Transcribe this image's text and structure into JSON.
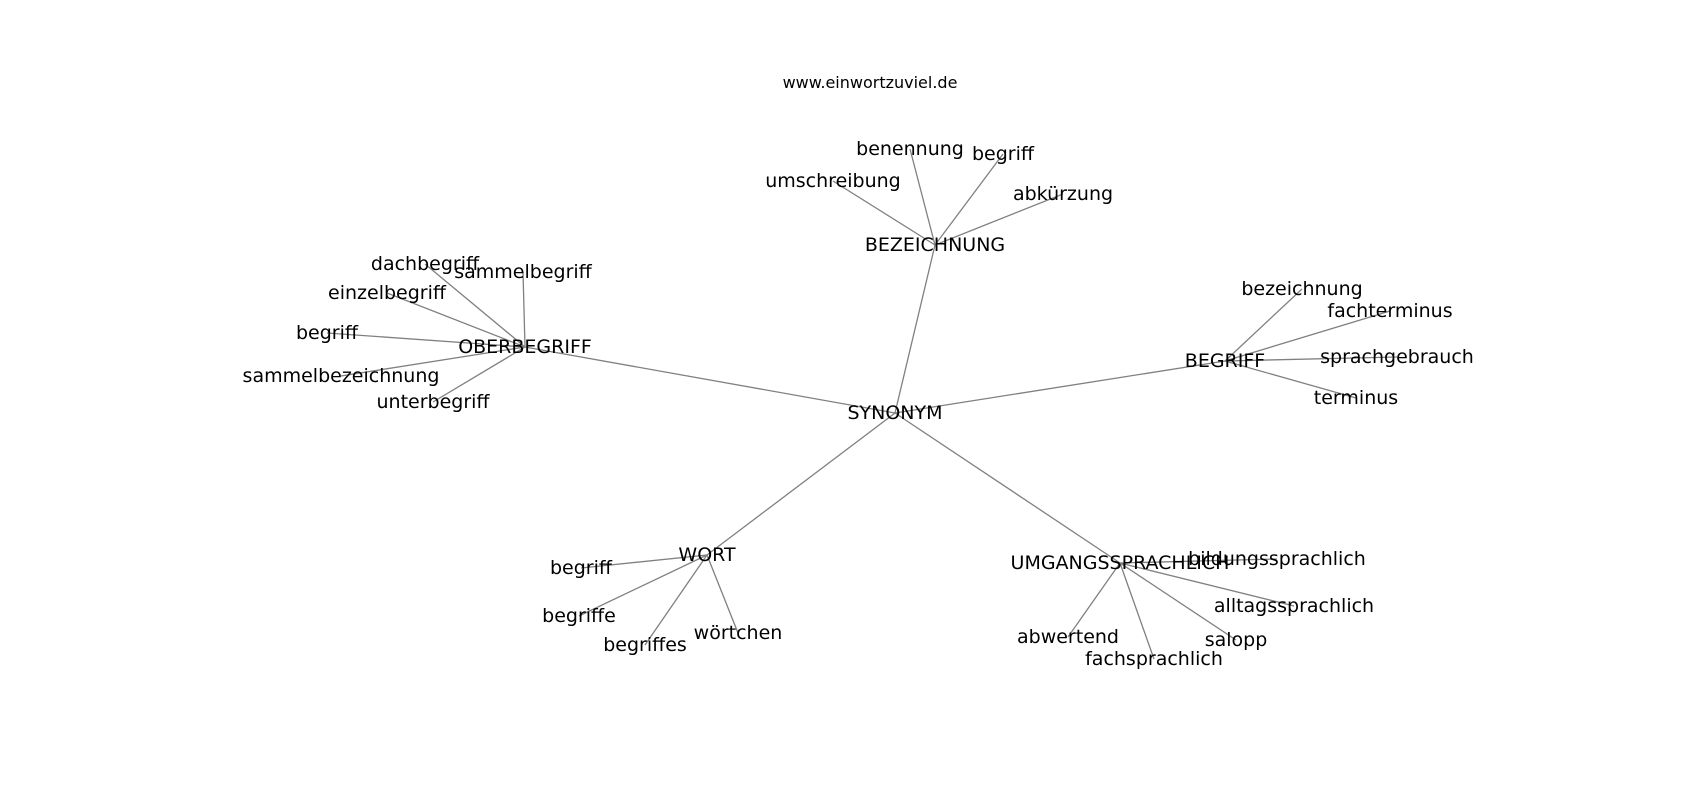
{
  "site": "www.einwortzuviel.de",
  "root": "SYNONYM",
  "groups": [
    {
      "label": "BEZEICHNUNG",
      "children": [
        "umschreibung",
        "benennung",
        "begriff",
        "abkürzung"
      ]
    },
    {
      "label": "OBERBEGRIFF",
      "children": [
        "dachbegriff",
        "sammelbegriff",
        "einzelbegriff",
        "begriff",
        "sammelbezeichnung",
        "unterbegriff"
      ]
    },
    {
      "label": "BEGRIFF",
      "children": [
        "bezeichnung",
        "fachterminus",
        "sprachgebrauch",
        "terminus"
      ]
    },
    {
      "label": "WORT",
      "children": [
        "begriff",
        "begriffe",
        "begriffes",
        "wörtchen"
      ]
    },
    {
      "label": "UMGANGSSPRACHLICH",
      "children": [
        "bildungssprachlich",
        "alltagssprachlich",
        "abwertend",
        "salopp",
        "fachsprachlich"
      ]
    }
  ]
}
